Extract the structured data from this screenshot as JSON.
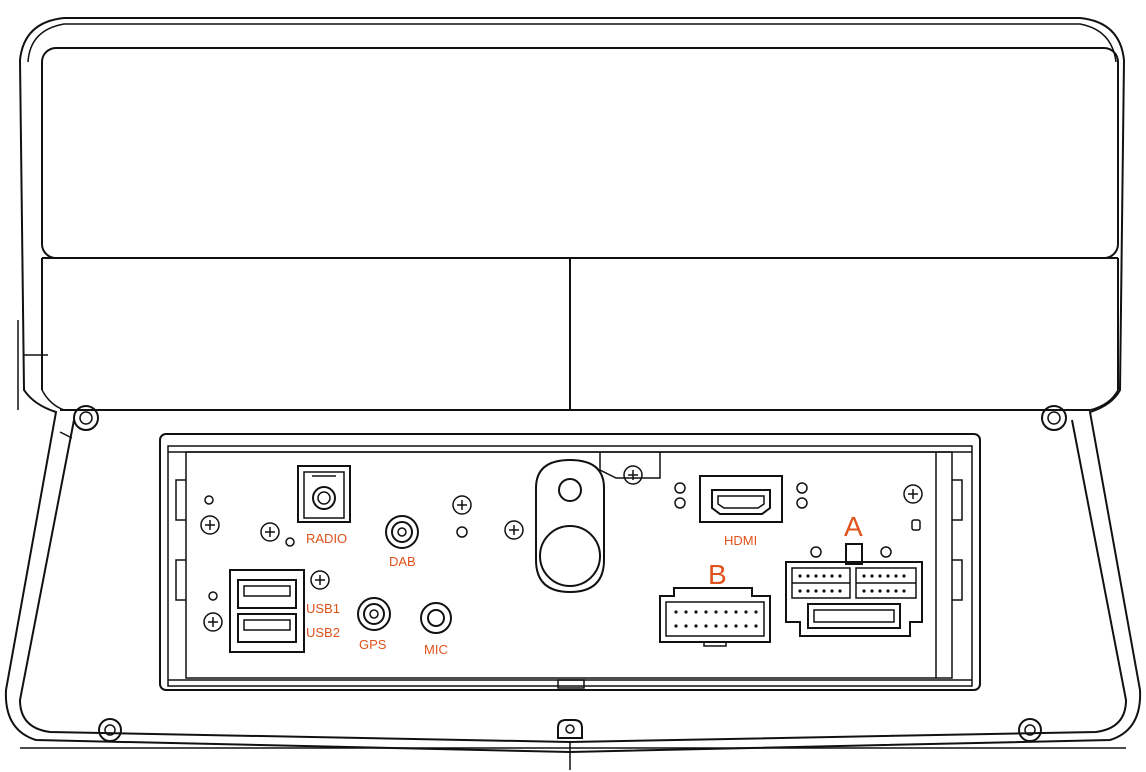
{
  "labels": {
    "radio": "RADIO",
    "dab": "DAB",
    "usb1": "USB1",
    "usb2": "USB2",
    "gps": "GPS",
    "mic": "MIC",
    "hdmi": "HDMI",
    "connector_a": "A",
    "connector_b": "B"
  },
  "colors": {
    "label": "#e0521b",
    "line": "#111111",
    "background": "#ffffff"
  }
}
